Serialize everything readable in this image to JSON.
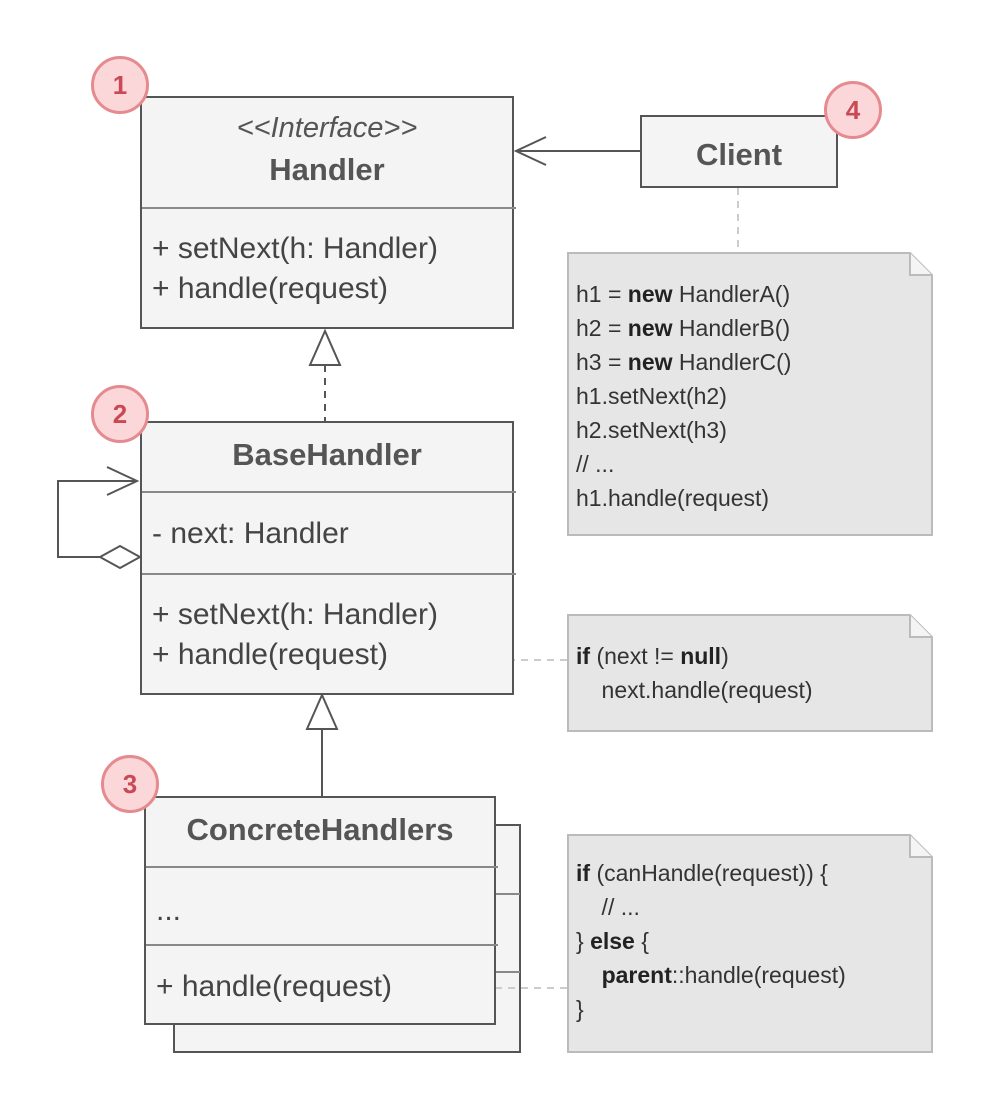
{
  "handler": {
    "stereotype": "<<Interface>>",
    "title": "Handler",
    "methods": [
      "+ setNext(h: Handler)",
      "+ handle(request)"
    ]
  },
  "base_handler": {
    "title": "BaseHandler",
    "fields": [
      "- next: Handler"
    ],
    "methods": [
      "+ setNext(h: Handler)",
      "+ handle(request)"
    ]
  },
  "concrete_handlers": {
    "title": "ConcreteHandlers",
    "fields": [
      "..."
    ],
    "methods": [
      "+ handle(request)"
    ]
  },
  "client": {
    "title": "Client"
  },
  "badges": [
    "1",
    "2",
    "3",
    "4"
  ],
  "notes": {
    "client_code": [
      [
        {
          "t": "h1 = "
        },
        {
          "t": "new",
          "b": true
        },
        {
          "t": " HandlerA()"
        }
      ],
      [
        {
          "t": "h2 = "
        },
        {
          "t": "new",
          "b": true
        },
        {
          "t": " HandlerB()"
        }
      ],
      [
        {
          "t": "h3 = "
        },
        {
          "t": "new",
          "b": true
        },
        {
          "t": " HandlerC()"
        }
      ],
      [
        {
          "t": "h1.setNext(h2)"
        }
      ],
      [
        {
          "t": "h2.setNext(h3)"
        }
      ],
      [
        {
          "t": "// ..."
        }
      ],
      [
        {
          "t": "h1.handle(request)"
        }
      ]
    ],
    "base_handle_code": [
      [
        {
          "t": "if",
          "b": true
        },
        {
          "t": " (next != "
        },
        {
          "t": "null",
          "b": true
        },
        {
          "t": ")"
        }
      ],
      [
        {
          "t": "    next.handle(request)"
        }
      ]
    ],
    "concrete_handle_code": [
      [
        {
          "t": "if",
          "b": true
        },
        {
          "t": " (canHandle(request)) {"
        }
      ],
      [
        {
          "t": "    // ..."
        }
      ],
      [
        {
          "t": "} "
        },
        {
          "t": "else",
          "b": true
        },
        {
          "t": " {"
        }
      ],
      [
        {
          "t": "    "
        },
        {
          "t": "parent",
          "b": true
        },
        {
          "t": "::handle(request)"
        }
      ],
      [
        {
          "t": "}"
        }
      ]
    ]
  },
  "colors": {
    "box_border": "#555555",
    "box_fill": "#f4f4f4",
    "note_fill": "#e6e6e6",
    "note_border": "#bbbbbb",
    "badge_fill": "#fbd7d9",
    "badge_border": "#e58a8f",
    "badge_text": "#c94a55"
  }
}
